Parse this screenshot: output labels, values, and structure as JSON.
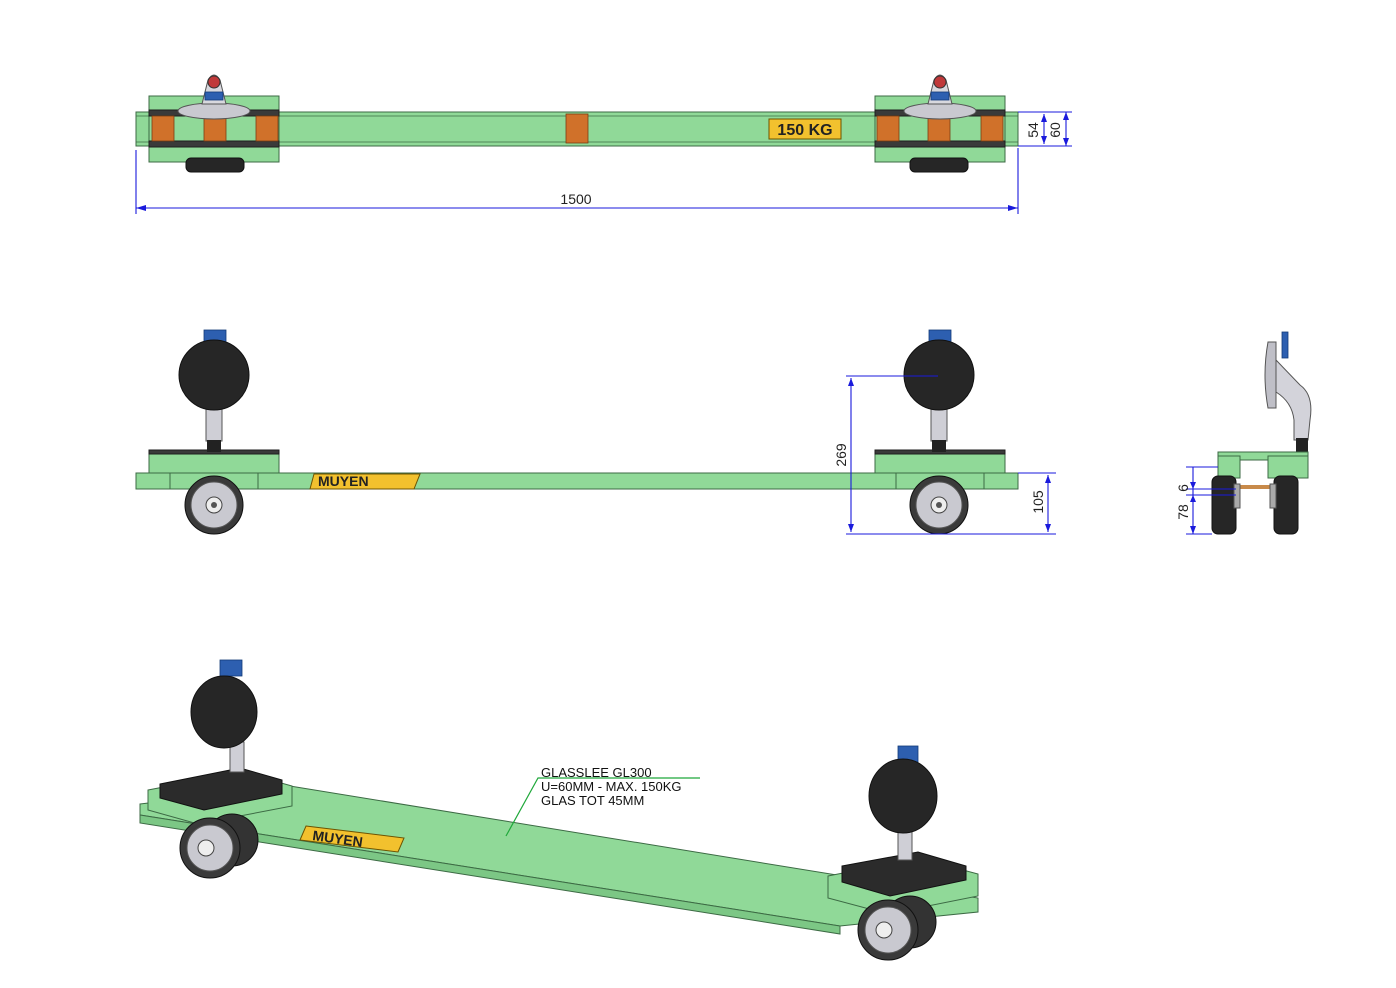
{
  "drawing": {
    "top_view": {
      "overall_length": "1500",
      "height_inner": "54",
      "height_outer": "60",
      "load_label": "150 KG"
    },
    "side_view": {
      "total_height": "269",
      "frame_height": "105",
      "brand_logo": "MUYEN"
    },
    "end_view": {
      "gap": "6",
      "wheel_height": "78"
    },
    "iso_view": {
      "brand_logo": "MUYEN",
      "note_line1": "GLASSLEE GL300",
      "note_line2": "U=60MM - MAX. 150KG",
      "note_line3": "GLAS TOT 45MM"
    }
  },
  "colors": {
    "frame": "#90d998",
    "dimension": "#1a1adc",
    "pad": "#d0712a",
    "suction_cup": "#2a2a2a",
    "badge": "#f2c12e",
    "leader": "#1fa83a"
  }
}
